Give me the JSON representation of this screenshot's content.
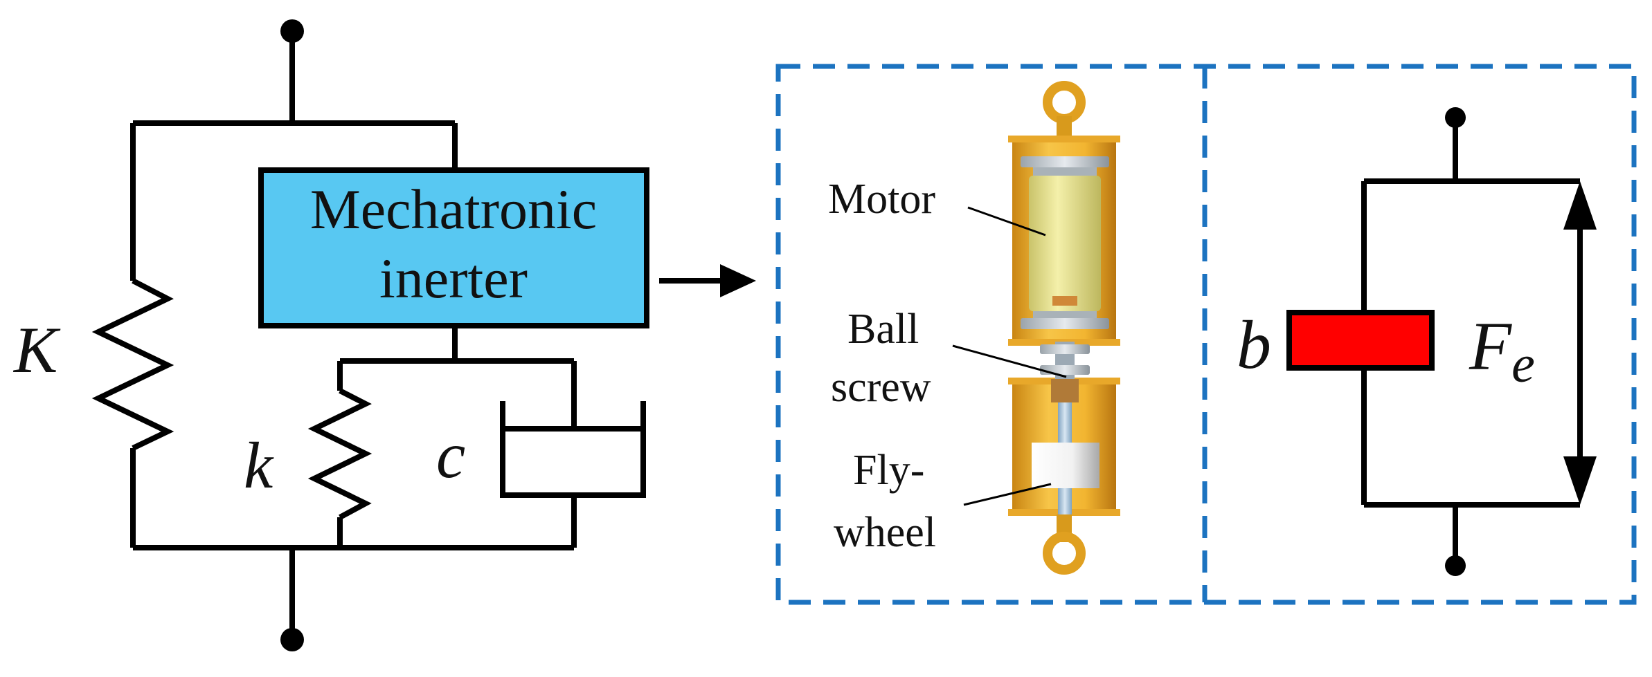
{
  "left_network": {
    "spring_main_label": "K",
    "spring_small_label": "k",
    "damper_label": "c",
    "box_line1": "Mechatronic",
    "box_line2": "inerter"
  },
  "middle_panel": {
    "motor_label": "Motor",
    "ball_label_line1": "Ball",
    "ball_label_line2": "screw",
    "fly_label_line1": "Fly-",
    "fly_label_line2": "wheel"
  },
  "right_panel": {
    "inertance_label": "b",
    "force_label_main": "F",
    "force_label_sub": "e"
  },
  "colors": {
    "box_fill": "#58C8F2",
    "inerter_block": "#FF0000",
    "dashed_border": "#1C73C0",
    "motor_body": "#E9E58E",
    "housing": "#F2B531"
  }
}
